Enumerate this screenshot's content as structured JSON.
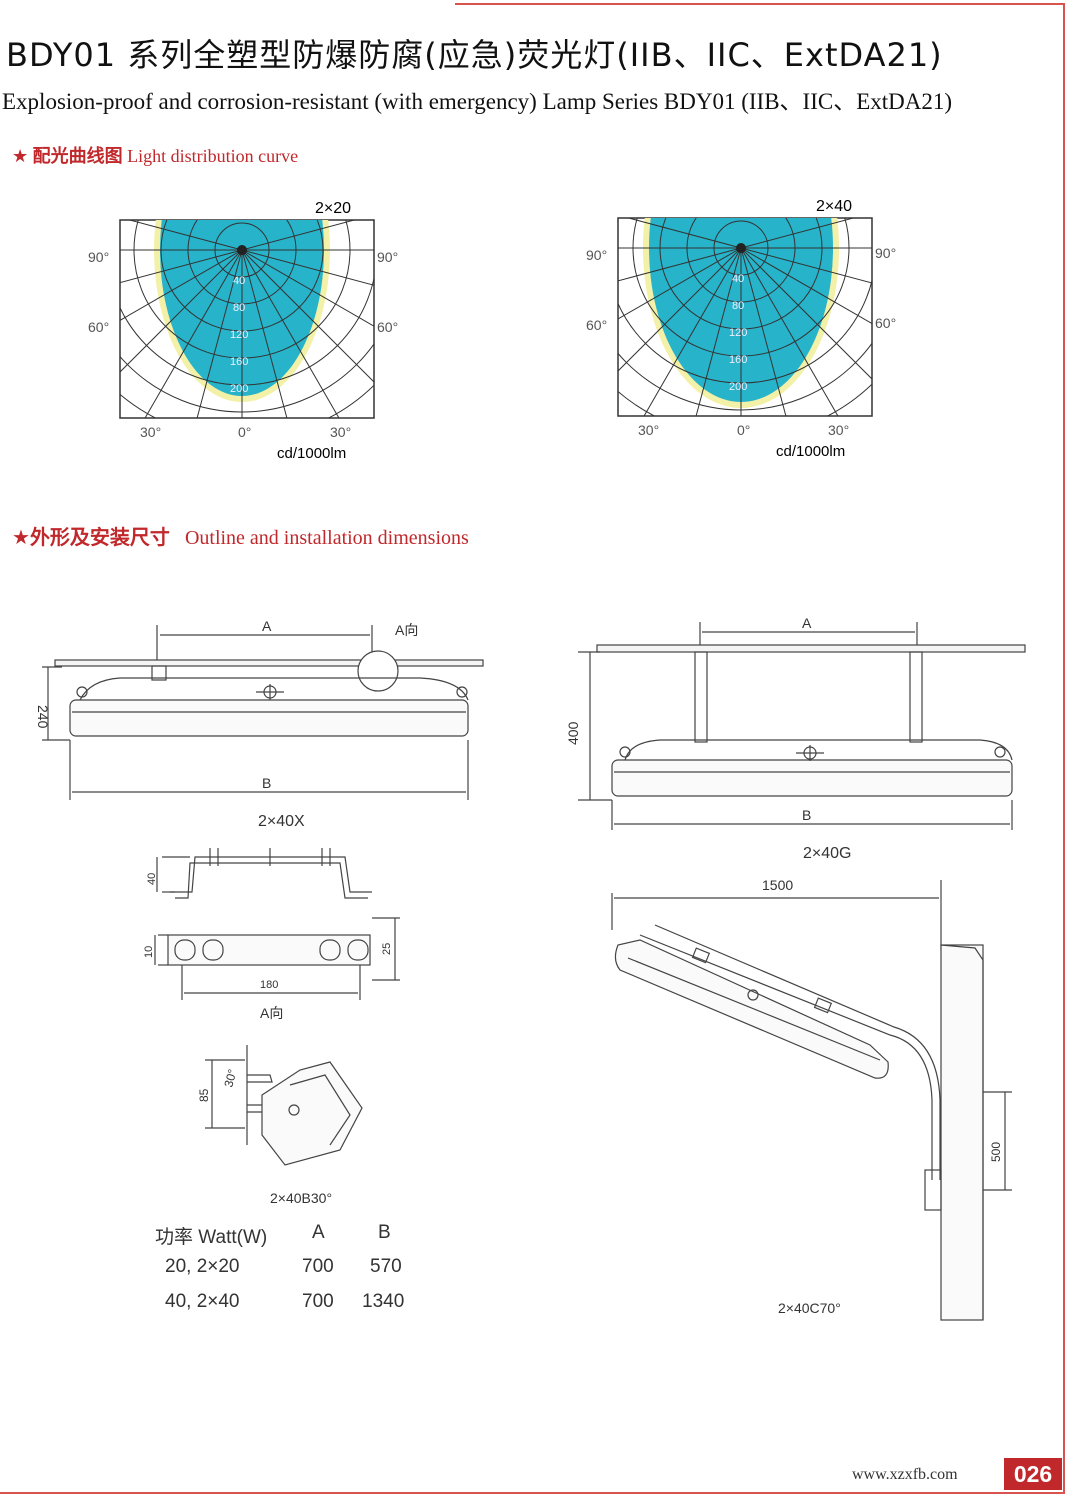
{
  "header": {
    "title_cn": "BDY01 系列全塑型防爆防腐(应急)荧光灯(IIB、IIC、ExtDA21)",
    "title_en": "Explosion-proof and corrosion-resistant (with emergency) Lamp Series BDY01 (IIB、IIC、ExtDA21)"
  },
  "sections": {
    "curve": {
      "star": "★",
      "cn": "配光曲线图",
      "en": "Light distribution curve"
    },
    "outline": {
      "star": "★",
      "cn": "外形及安装尺寸",
      "en": "Outline and installation dimensions"
    }
  },
  "curves": [
    {
      "model": "2×20",
      "angle_left_top": "90°",
      "angle_right_top": "90°",
      "angle_left_mid": "60°",
      "angle_right_mid": "60°",
      "bottom_30_left": "30°",
      "bottom_0": "0°",
      "bottom_30_right": "30°",
      "unit": "cd/1000lm",
      "scale": [
        "40",
        "80",
        "120",
        "160",
        "200"
      ]
    },
    {
      "model": "2×40",
      "angle_left_top": "90°",
      "angle_right_top": "90°",
      "angle_left_mid": "60°",
      "angle_right_mid": "60°",
      "bottom_30_left": "30°",
      "bottom_0": "0°",
      "bottom_30_right": "30°",
      "unit": "cd/1000lm",
      "scale": [
        "40",
        "80",
        "120",
        "160",
        "200"
      ]
    }
  ],
  "drawings": {
    "x_model": "2×40X",
    "g_model": "2×40G",
    "b_model": "2×40B30°",
    "c_model": "2×40C70°",
    "dim_A": "A",
    "dim_B": "B",
    "a_direction": "A向",
    "dim_240": "240",
    "dim_400": "400",
    "dim_40": "40",
    "dim_10": "10",
    "dim_25": "25",
    "dim_180": "180",
    "dim_85": "85",
    "dim_30deg": "30°",
    "dim_1500": "1500",
    "dim_500": "500"
  },
  "table": {
    "headers": [
      "功率 Watt(W)",
      "A",
      "B"
    ],
    "rows": [
      [
        "20, 2×20",
        "700",
        "570"
      ],
      [
        "40, 2×40",
        "700",
        "1340"
      ]
    ]
  },
  "footer": {
    "url": "www.xzxfb.com",
    "page": "026"
  }
}
